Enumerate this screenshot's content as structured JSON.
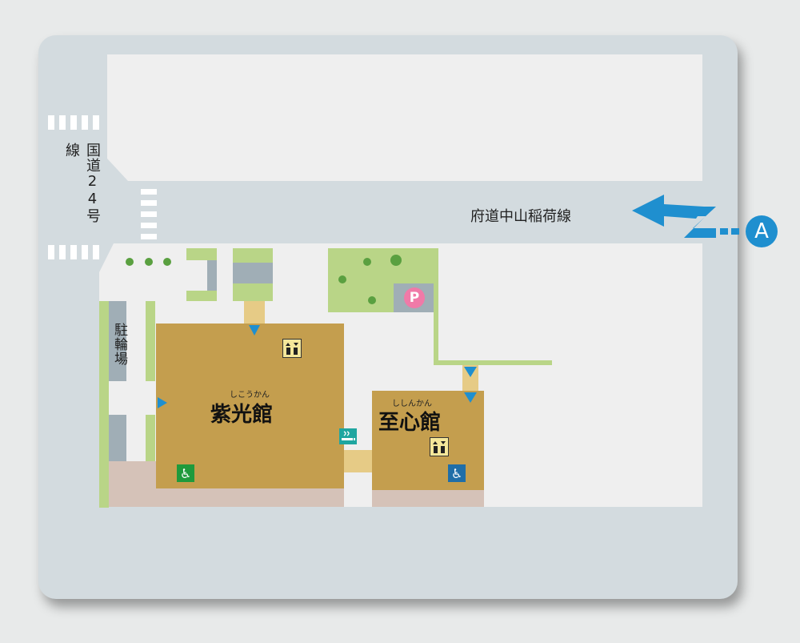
{
  "roads": {
    "national_route": "国道24号線",
    "prefectural_road": "府道中山稲荷線"
  },
  "buildings": {
    "shikokan": {
      "name": "紫光館",
      "reading": "しこうかん"
    },
    "shishinkan": {
      "name": "至心館",
      "reading": "ししんかん"
    }
  },
  "facilities": {
    "bicycle_parking": "駐輪場",
    "parking_symbol": "P",
    "access_marker": "A"
  },
  "icons": {
    "elevator": "elevator-icon",
    "wheelchair": "wheelchair-icon",
    "smoking": "smoking-area-icon",
    "entrance": "entrance-arrow-icon"
  },
  "colors": {
    "building": "#c49e4e",
    "road": "#d3dbdf",
    "lot": "#efefef",
    "green": "#b9d587",
    "accent_blue": "#1f8fcf",
    "parking_pink": "#f07aa8"
  }
}
